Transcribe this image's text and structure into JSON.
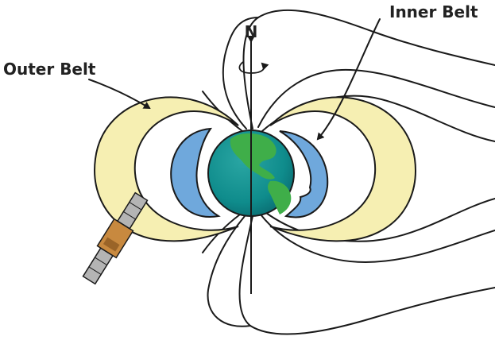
{
  "labels": {
    "north": "N",
    "inner_belt": "Inner Belt",
    "outer_belt": "Outer Belt"
  },
  "colors": {
    "outer_belt_fill": "#f6efb2",
    "inner_belt_fill": "#6fa8dc",
    "ocean": "#0f8c8c",
    "land": "#3fae49",
    "line": "#1a1a1a",
    "satellite_panel": "#b4b4b4",
    "satellite_body": "#c8893f"
  },
  "icons": {
    "earth": "earth-globe-icon",
    "satellite": "satellite-icon",
    "rotation": "rotation-arrow-icon"
  }
}
